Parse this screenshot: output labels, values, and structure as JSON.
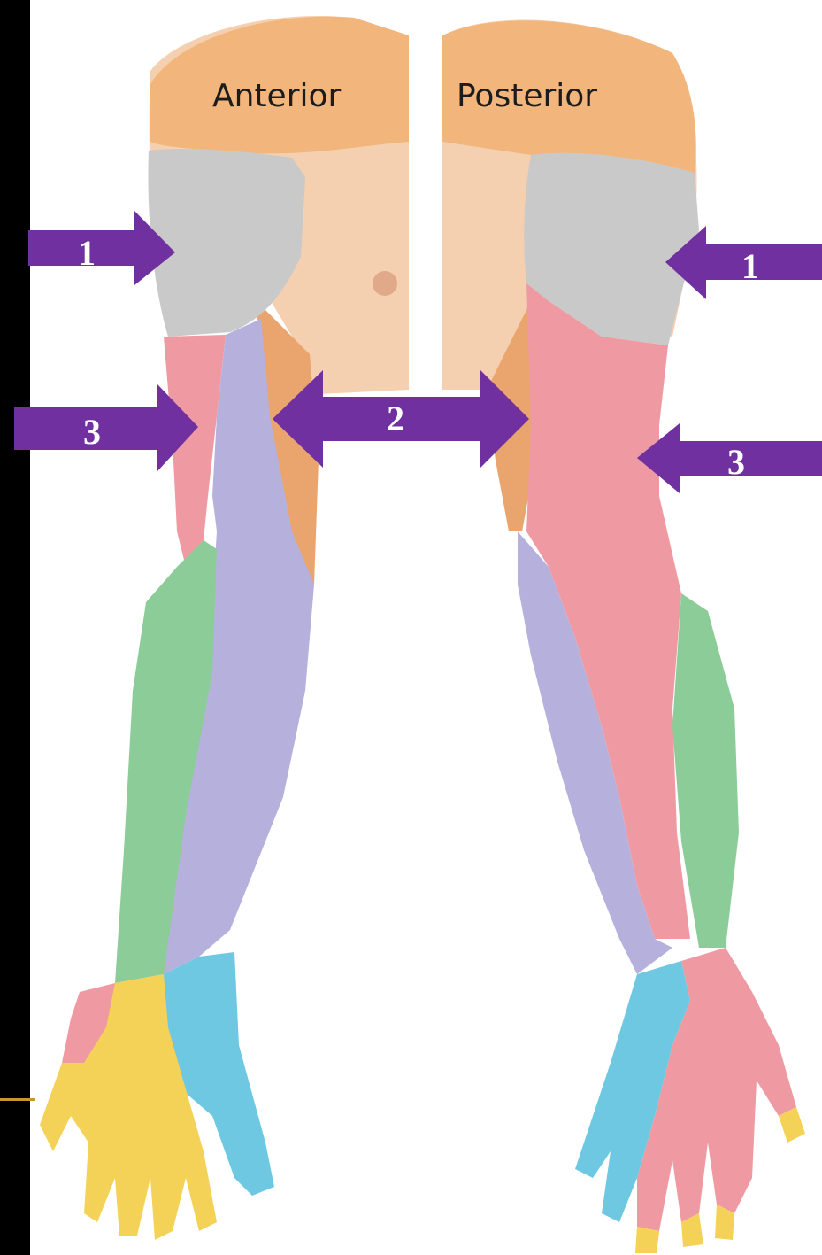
{
  "labels": {
    "anterior": "Anterior",
    "posterior": "Posterior"
  },
  "arrows": {
    "left_1": "1",
    "right_1": "1",
    "center_2": "2",
    "left_3": "3",
    "right_3": "3"
  },
  "colors": {
    "arrow": "#7030a0",
    "skin": "#f2c7a4",
    "shoulder": "#f0b173",
    "gray_zone": "#c9c9c9",
    "red_zone": "#ef9aa2",
    "lavender_zone": "#b6b1dc",
    "green_zone": "#8ccc99",
    "yellow_zone": "#f4d257",
    "blue_zone": "#6ec8e2",
    "black_bar": "#000000",
    "gold_line": "#c8962e"
  }
}
